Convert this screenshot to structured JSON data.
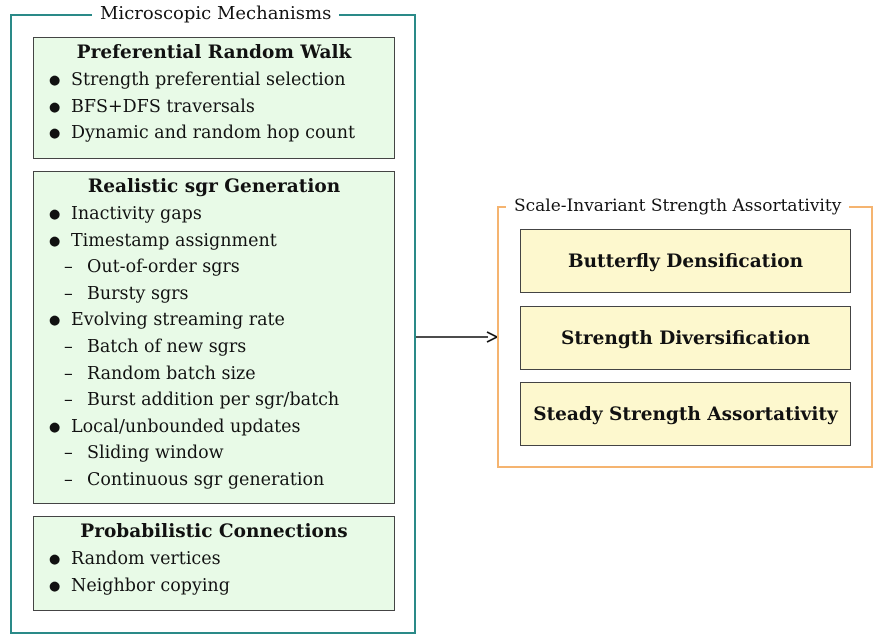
{
  "left_group": {
    "title": "Microscopic Mechanisms",
    "boxes": [
      {
        "title": "Preferential Random Walk",
        "items": [
          {
            "marker": "●",
            "text": "Strength preferential selection",
            "level": 0
          },
          {
            "marker": "●",
            "text": "BFS+DFS traversals",
            "level": 0
          },
          {
            "marker": "●",
            "text": "Dynamic and random hop count",
            "level": 0
          }
        ]
      },
      {
        "title": "Realistic sgr Generation",
        "items": [
          {
            "marker": "●",
            "text": "Inactivity gaps",
            "level": 0
          },
          {
            "marker": "●",
            "text": "Timestamp assignment",
            "level": 0
          },
          {
            "marker": "–",
            "text": "Out-of-order sgrs",
            "level": 1
          },
          {
            "marker": "–",
            "text": "Bursty sgrs",
            "level": 1
          },
          {
            "marker": "●",
            "text": "Evolving streaming rate",
            "level": 0
          },
          {
            "marker": "–",
            "text": "Batch of new sgrs",
            "level": 1
          },
          {
            "marker": "–",
            "text": "Random batch size",
            "level": 1
          },
          {
            "marker": "–",
            "text": "Burst addition per sgr/batch",
            "level": 1
          },
          {
            "marker": "●",
            "text": "Local/unbounded updates",
            "level": 0
          },
          {
            "marker": "–",
            "text": "Sliding window",
            "level": 1
          },
          {
            "marker": "–",
            "text": "Continuous sgr generation",
            "level": 1
          }
        ]
      },
      {
        "title": "Probabilistic Connections",
        "items": [
          {
            "marker": "●",
            "text": "Random vertices",
            "level": 0
          },
          {
            "marker": "●",
            "text": "Neighbor copying",
            "level": 0
          }
        ]
      }
    ]
  },
  "right_group": {
    "title": "Scale-Invariant Strength Assortativity",
    "boxes": [
      {
        "label": "Butterfly Densification"
      },
      {
        "label": "Strength Diversification"
      },
      {
        "label": "Steady Strength Assortativity"
      }
    ]
  },
  "colors": {
    "left_frame": "#2a8a88",
    "right_frame": "#f5b470",
    "mechanism_fill": "#e8fae7",
    "property_fill": "#fdf8ce",
    "stroke": "#444444"
  }
}
